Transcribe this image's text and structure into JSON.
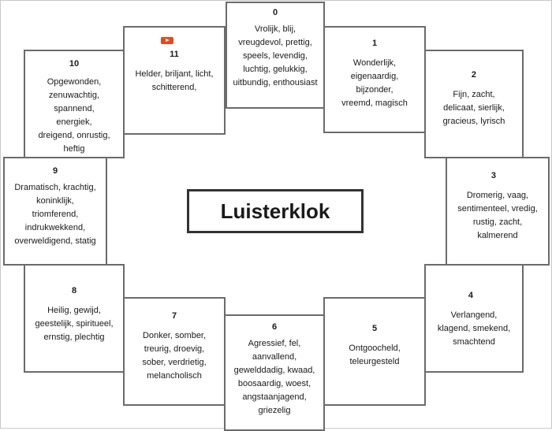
{
  "title": "Luisterklok",
  "boxes": [
    {
      "num": "0",
      "words": "Vrolijk, blij, vreugdevol, prettig, speels, levendig, luchtig, gelukkig, uitbundig, enthousiast"
    },
    {
      "num": "1",
      "words": "Wonderlijk, eigenaardig, bijzonder, vreemd, magisch"
    },
    {
      "num": "2",
      "words": "Fijn, zacht, delicaat, sierlijk, gracieus, lyrisch"
    },
    {
      "num": "3",
      "words": "Dromerig, vaag, sentimenteel, vredig, rustig, zacht, kalmerend"
    },
    {
      "num": "4",
      "words": "Verlangend, klagend, smekend, smachtend"
    },
    {
      "num": "5",
      "words": "Ontgoocheld, teleurgesteld"
    },
    {
      "num": "6",
      "words": "Agressief, fel, aanvallend, gewelddadig, kwaad, boosaardig, woest, angstaanjagend, griezelig"
    },
    {
      "num": "7",
      "words": "Donker, somber, treurig, droevig, sober, verdrietig, melancholisch"
    },
    {
      "num": "8",
      "words": "Heilig, gewijd, geestelijk, spiritueel, ernstig, plechtig"
    },
    {
      "num": "9",
      "words": "Dramatisch, krachtig, koninklijk, triomferend, indrukwekkend, overweldigend, statig"
    },
    {
      "num": "10",
      "words": "Opgewonden, zenuwachtig, spannend, energiek, dreigend, onrustig, heftig"
    },
    {
      "num": "11",
      "words": "Helder, briljant, licht, schitterend,"
    }
  ],
  "icons": {
    "badge": "video-play-icon",
    "badge_color": "#e8471c"
  }
}
